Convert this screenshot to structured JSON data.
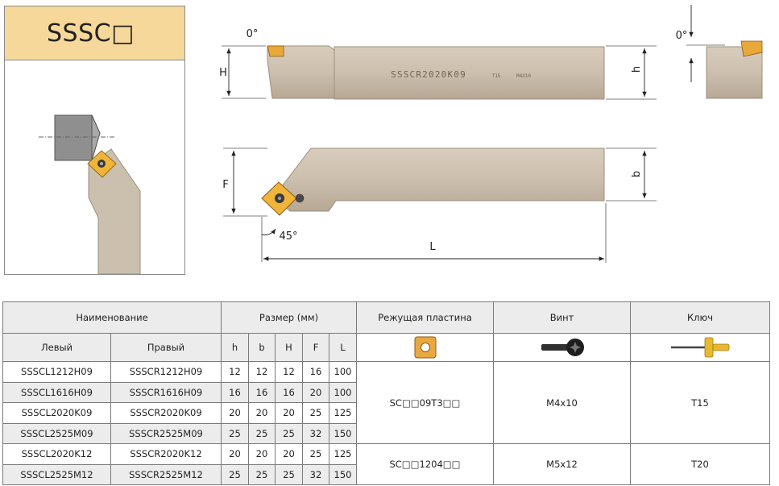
{
  "title": "SSSC□",
  "drawings": {
    "angle_top_left": "0°",
    "angle_top_right": "0°",
    "dim_H": "H",
    "dim_h": "h",
    "dim_F": "F",
    "dim_b": "b",
    "dim_L": "L",
    "angle_45": "45°",
    "shank_marking": "SSSCR2020K09",
    "shank_marking_key": "T15",
    "shank_marking_screw": "M4X10"
  },
  "table": {
    "headers": {
      "name": "Наименование",
      "size": "Размер (мм)",
      "insert": "Режущая пластина",
      "screw": "Винт",
      "key": "Ключ",
      "left": "Левый",
      "right": "Правый",
      "h": "h",
      "b": "b",
      "H": "H",
      "F": "F",
      "L": "L"
    },
    "rows": [
      {
        "left": "SSSCL1212H09",
        "right": "SSSCR1212H09",
        "h": "12",
        "b": "12",
        "H": "12",
        "F": "16",
        "L": "100"
      },
      {
        "left": "SSSCL1616H09",
        "right": "SSSCR1616H09",
        "h": "16",
        "b": "16",
        "H": "16",
        "F": "20",
        "L": "100"
      },
      {
        "left": "SSSCL2020K09",
        "right": "SSSCR2020K09",
        "h": "20",
        "b": "20",
        "H": "20",
        "F": "25",
        "L": "125"
      },
      {
        "left": "SSSCL2525M09",
        "right": "SSSCR2525M09",
        "h": "25",
        "b": "25",
        "H": "25",
        "F": "32",
        "L": "150"
      },
      {
        "left": "SSSCL2020K12",
        "right": "SSSCR2020K12",
        "h": "20",
        "b": "20",
        "H": "20",
        "F": "25",
        "L": "125"
      },
      {
        "left": "SSSCL2525M12",
        "right": "SSSCR2525M12",
        "h": "25",
        "b": "25",
        "H": "25",
        "F": "32",
        "L": "150"
      }
    ],
    "groups": [
      {
        "insert": "SC□□09T3□□",
        "screw": "M4x10",
        "key": "T15"
      },
      {
        "insert": "SC□□1204□□",
        "screw": "M5x12",
        "key": "T20"
      }
    ]
  }
}
